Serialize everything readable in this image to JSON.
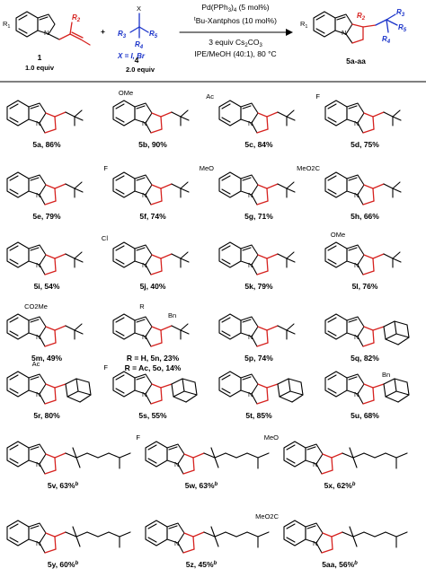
{
  "scheme": {
    "reactant1": {
      "number": "1",
      "equiv": "1.0 equiv",
      "r1": "R",
      "r1_sub": "1",
      "r2": "R",
      "r2_sub": "2"
    },
    "reactant4": {
      "number": "4",
      "equiv": "2.0 equiv",
      "x": "X",
      "r3": "R",
      "r3_sub": "3",
      "r4": "R",
      "r4_sub": "4",
      "r5": "R",
      "r5_sub": "5",
      "x_def": "X = I, Br"
    },
    "plus": "+",
    "conditions": {
      "line1": "Pd(PPh3)4 (5 mol%)",
      "line2": "tBu-Xantphos (10 mol%)",
      "line3": "3 equiv Cs2CO3",
      "line4": "IPE/MeOH (40:1), 80 °C"
    },
    "product": {
      "number": "5a-aa",
      "r1": "R",
      "r1_sub": "1",
      "r2": "R",
      "r2_sub": "2",
      "r3": "R",
      "r3_sub": "3",
      "r4": "R",
      "r4_sub": "4",
      "r5": "R",
      "r5_sub": "5"
    }
  },
  "compounds": [
    {
      "id": "5a",
      "label": "5a, 86%",
      "sub": "",
      "group": "tbu"
    },
    {
      "id": "5b",
      "label": "5b, 90%",
      "sub": "OMe",
      "group": "tbu"
    },
    {
      "id": "5c",
      "label": "5c, 84%",
      "sub": "Ac",
      "group": "tbu"
    },
    {
      "id": "5d",
      "label": "5d, 75%",
      "sub": "F",
      "group": "tbu"
    },
    {
      "id": "5e",
      "label": "5e, 79%",
      "sub": "",
      "group": "tbu"
    },
    {
      "id": "5f",
      "label": "5f, 74%",
      "sub": "F",
      "group": "tbu"
    },
    {
      "id": "5g",
      "label": "5g, 71%",
      "sub": "MeO",
      "group": "tbu"
    },
    {
      "id": "5h",
      "label": "5h, 66%",
      "sub": "MeO2C",
      "group": "tbu"
    },
    {
      "id": "5i",
      "label": "5i, 54%",
      "sub": "",
      "group": "tbu"
    },
    {
      "id": "5j",
      "label": "5j, 40%",
      "sub": "Cl",
      "group": "tbu"
    },
    {
      "id": "5k",
      "label": "5k, 79%",
      "sub": "",
      "group": "tbu"
    },
    {
      "id": "5l",
      "label": "5l, 76%",
      "sub": "OMe",
      "group": "tbu"
    },
    {
      "id": "5m",
      "label": "5m, 49%",
      "sub": "CO2Me",
      "group": "tbu"
    },
    {
      "id": "5n",
      "label": "R = H, 5n, 23%",
      "label2": "R = Ac, 5o, 14%",
      "sub": "R",
      "sub2": "Bn",
      "group": "bn"
    },
    {
      "id": "5p",
      "label": "5p, 74%",
      "sub": "",
      "group": "tbu"
    },
    {
      "id": "5q",
      "label": "5q, 82%",
      "sub": "",
      "group": "adam"
    },
    {
      "id": "5r",
      "label": "5r, 80%",
      "sub": "Ac",
      "group": "adam"
    },
    {
      "id": "5s",
      "label": "5s, 55%",
      "sub": "F",
      "group": "adam"
    },
    {
      "id": "5t",
      "label": "5t, 85%",
      "sub": "",
      "group": "adam"
    },
    {
      "id": "5u",
      "label": "5u, 68%",
      "sub": "Bn",
      "group": "adam"
    },
    {
      "id": "5v",
      "label": "5v, 63%",
      "sup": "b",
      "sub": "",
      "group": "chain"
    },
    {
      "id": "5w",
      "label": "5w, 63%",
      "sup": "b",
      "sub": "F",
      "group": "chain"
    },
    {
      "id": "5x",
      "label": "5x, 62%",
      "sup": "b",
      "sub": "MeO",
      "group": "chain"
    },
    {
      "id": "5y",
      "label": "5y, 60%",
      "sup": "b",
      "sub": "",
      "group": "chain"
    },
    {
      "id": "5z",
      "label": "5z, 45%",
      "sup": "b",
      "sub": "",
      "group": "chain"
    },
    {
      "id": "5aa",
      "label": "5aa, 56%",
      "sup": "b",
      "sub": "MeO2C",
      "group": "chain"
    }
  ],
  "colors": {
    "red": "#d6221f",
    "blue": "#1a33c9",
    "ink": "#000000"
  }
}
